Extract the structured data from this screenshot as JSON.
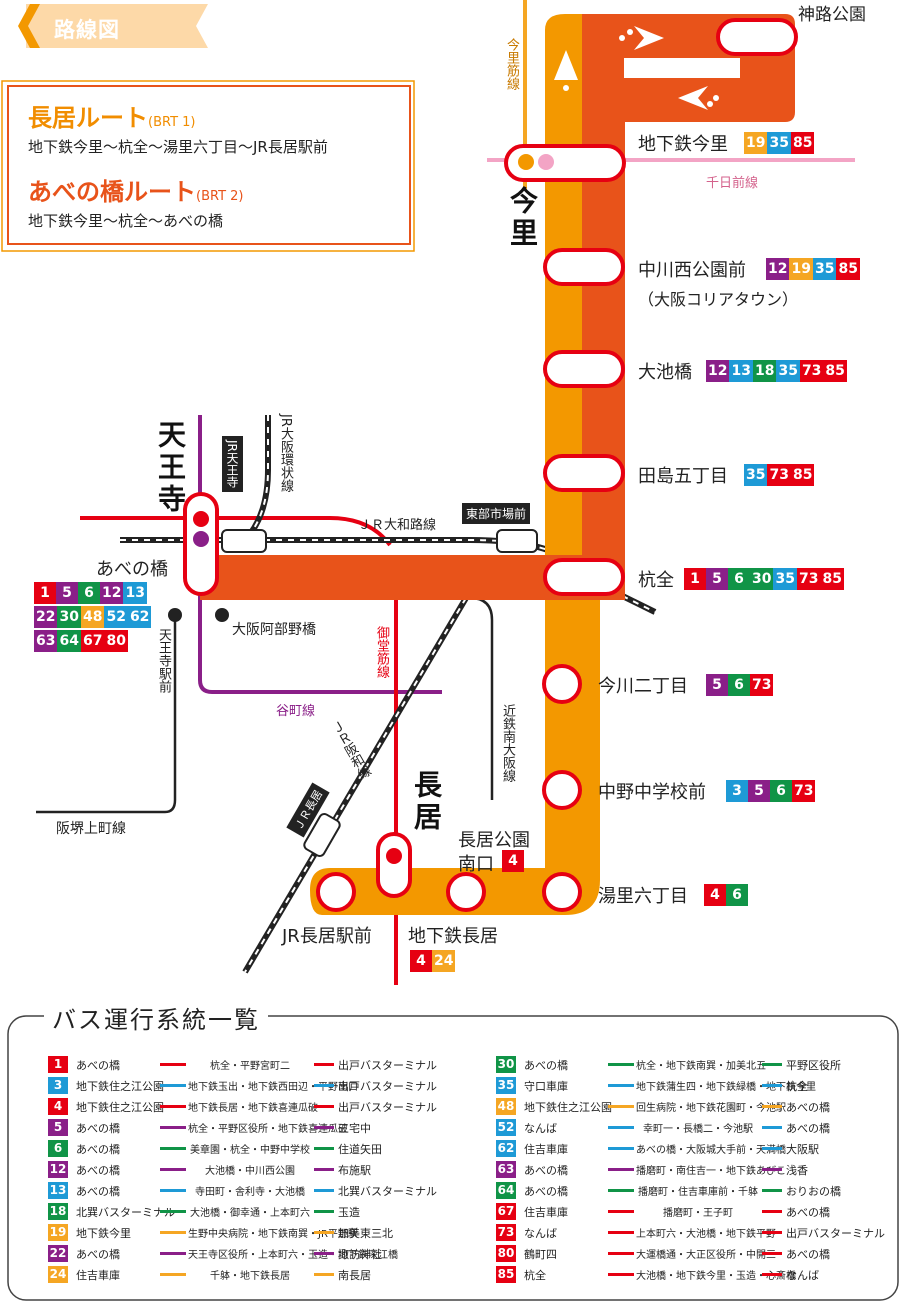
{
  "header": {
    "title": "路線図"
  },
  "colors": {
    "orange": "#f39800",
    "red_orange": "#e8531a",
    "red": "#e60012"
  },
  "routes": [
    {
      "name": "長居ルート",
      "code": "(BRT 1)",
      "desc": "地下鉄今里〜杭全〜湯里六丁目〜JR長居駅前"
    },
    {
      "name": "あべの橋ルート",
      "code": "(BRT 2)",
      "desc": "地下鉄今里〜杭全〜あべの橋"
    }
  ],
  "places": {
    "kamiji": "神路公園",
    "imazato_big": "今里",
    "tennoji_big": "天王寺",
    "nagai_big": "長居",
    "abeno": "あべの橋",
    "osaka_abenobashi": "大阪阿部野橋",
    "nagai_park": "長居公園",
    "nagai_park2": "南口",
    "jr_nagai": "JR長居駅前",
    "sub_nagai": "地下鉄長居",
    "higashi_ichiba": "東部市場前",
    "jr_tennoji": "JR天王寺"
  },
  "rail_labels": {
    "imazatosuji": "今里筋線",
    "sennichimae": "千日前線",
    "jr_kanjo": "JR大阪環状線",
    "jr_yamatoji": "ＪＲ大和路線",
    "midosuji": "御堂筋線",
    "tanimachi": "谷町線",
    "jr_hanwa": "ＪＲ阪和線",
    "kintetsu": "近鉄南大阪線",
    "tennoji_sta": "天王寺駅前",
    "hankai": "阪堺上町線",
    "jr_nagai_box": "ＪＲ長居"
  },
  "stops": [
    {
      "name": "地下鉄今里",
      "lines": [
        [
          "19",
          "#f5a623"
        ],
        [
          "35",
          "#1e9ad6"
        ],
        [
          "85",
          "#e60012"
        ]
      ]
    },
    {
      "name": "中川西公園前",
      "sub": "（大阪コリアタウン）",
      "lines": [
        [
          "12",
          "#8a1f88"
        ],
        [
          "19",
          "#f5a623"
        ],
        [
          "35",
          "#1e9ad6"
        ],
        [
          "85",
          "#e60012"
        ]
      ]
    },
    {
      "name": "大池橋",
      "lines": [
        [
          "12",
          "#8a1f88"
        ],
        [
          "13",
          "#1e9ad6"
        ],
        [
          "18",
          "#109447"
        ],
        [
          "35",
          "#1e9ad6"
        ],
        [
          "73",
          "#e60012"
        ],
        [
          "85",
          "#e60012"
        ]
      ]
    },
    {
      "name": "田島五丁目",
      "lines": [
        [
          "35",
          "#1e9ad6"
        ],
        [
          "73",
          "#e60012"
        ],
        [
          "85",
          "#e60012"
        ]
      ]
    },
    {
      "name": "杭全",
      "lines": [
        [
          "1",
          "#e60012"
        ],
        [
          "5",
          "#8a1f88"
        ],
        [
          "6",
          "#109447"
        ],
        [
          "30",
          "#109447"
        ],
        [
          "35",
          "#1e9ad6"
        ],
        [
          "73",
          "#e60012"
        ],
        [
          "85",
          "#e60012"
        ]
      ]
    },
    {
      "name": "今川二丁目",
      "lines": [
        [
          "5",
          "#8a1f88"
        ],
        [
          "6",
          "#109447"
        ],
        [
          "73",
          "#e60012"
        ]
      ]
    },
    {
      "name": "中野中学校前",
      "lines": [
        [
          "3",
          "#1e9ad6"
        ],
        [
          "5",
          "#8a1f88"
        ],
        [
          "6",
          "#109447"
        ],
        [
          "73",
          "#e60012"
        ]
      ]
    },
    {
      "name": "湯里六丁目",
      "lines": [
        [
          "4",
          "#e60012"
        ],
        [
          "6",
          "#109447"
        ]
      ]
    }
  ],
  "nagai_park_lines": [
    [
      "4",
      "#e60012"
    ]
  ],
  "sub_nagai_lines": [
    [
      "4",
      "#e60012"
    ],
    [
      "24",
      "#f5a623"
    ]
  ],
  "abeno_lines": [
    [
      [
        "1",
        "#e60012"
      ],
      [
        "5",
        "#8a1f88"
      ],
      [
        "6",
        "#109447"
      ],
      [
        "12",
        "#8a1f88"
      ],
      [
        "13",
        "#1e9ad6"
      ]
    ],
    [
      [
        "22",
        "#8a1f88"
      ],
      [
        "30",
        "#109447"
      ],
      [
        "48",
        "#f5a623"
      ],
      [
        "52",
        "#1e9ad6"
      ],
      [
        "62",
        "#1e9ad6"
      ]
    ],
    [
      [
        "63",
        "#8a1f88"
      ],
      [
        "64",
        "#109447"
      ],
      [
        "67",
        "#e60012"
      ],
      [
        "80",
        "#e60012"
      ]
    ]
  ],
  "legend": {
    "title": "バス運行系統一覧",
    "left": [
      {
        "no": "1",
        "color": "#e60012",
        "from": "あべの橋",
        "via": "杭全・平野宮町二",
        "to": "出戸バスターミナル"
      },
      {
        "no": "3",
        "color": "#1e9ad6",
        "from": "地下鉄住之江公園",
        "via": "地下鉄玉出・地下鉄西田辺・平野南口",
        "to": "出戸バスターミナル"
      },
      {
        "no": "4",
        "color": "#e60012",
        "from": "地下鉄住之江公園",
        "via": "地下鉄長居・地下鉄喜連瓜破",
        "to": "出戸バスターミナル"
      },
      {
        "no": "5",
        "color": "#8a1f88",
        "from": "あべの橋",
        "via": "杭全・平野区役所・地下鉄喜連瓜破",
        "to": "三宅中"
      },
      {
        "no": "6",
        "color": "#109447",
        "from": "あべの橋",
        "via": "美章園・杭全・中野中学校",
        "to": "住道矢田"
      },
      {
        "no": "12",
        "color": "#8a1f88",
        "from": "あべの橋",
        "via": "大池橋・中川西公園",
        "to": "布施駅"
      },
      {
        "no": "13",
        "color": "#1e9ad6",
        "from": "あべの橋",
        "via": "寺田町・舎利寺・大池橋",
        "to": "北巽バスターミナル"
      },
      {
        "no": "18",
        "color": "#109447",
        "from": "北巽バスターミナル",
        "via": "大池橋・御幸通・上本町六",
        "to": "玉造"
      },
      {
        "no": "19",
        "color": "#f5a623",
        "from": "地下鉄今里",
        "via": "生野中央病院・地下鉄南巽・JR平野駅",
        "to": "加美東三北"
      },
      {
        "no": "22",
        "color": "#8a1f88",
        "from": "あべの橋",
        "via": "天王寺区役所・上本町六・玉造・地下鉄深江橋",
        "to": "諏訪神社"
      },
      {
        "no": "24",
        "color": "#f5a623",
        "from": "住吉車庫",
        "via": "千躰・地下鉄長居",
        "to": "南長居"
      }
    ],
    "right": [
      {
        "no": "30",
        "color": "#109447",
        "from": "あべの橋",
        "via": "杭全・地下鉄南巽・加美北五",
        "to": "平野区役所"
      },
      {
        "no": "35",
        "color": "#1e9ad6",
        "from": "守口車庫",
        "via": "地下鉄蒲生四・地下鉄緑橋・地下鉄今里",
        "to": "杭全"
      },
      {
        "no": "48",
        "color": "#f5a623",
        "from": "地下鉄住之江公園",
        "via": "回生病院・地下鉄花園町・今池駅",
        "to": "あべの橋"
      },
      {
        "no": "52",
        "color": "#1e9ad6",
        "from": "なんば",
        "via": "幸町一・長橋二・今池駅",
        "to": "あべの橋"
      },
      {
        "no": "62",
        "color": "#1e9ad6",
        "from": "住吉車庫",
        "via": "あべの橋・大阪城大手前・天満橋",
        "to": "大阪駅"
      },
      {
        "no": "63",
        "color": "#8a1f88",
        "from": "あべの橋",
        "via": "播磨町・南住吉一・地下鉄あびこ",
        "to": "浅香"
      },
      {
        "no": "64",
        "color": "#109447",
        "from": "あべの橋",
        "via": "播磨町・住吉車庫前・千躰",
        "to": "おりおの橋"
      },
      {
        "no": "67",
        "color": "#e60012",
        "from": "住吉車庫",
        "via": "播磨町・王子町",
        "to": "あべの橋"
      },
      {
        "no": "73",
        "color": "#e60012",
        "from": "なんば",
        "via": "上本町六・大池橋・地下鉄平野",
        "to": "出戸バスターミナル"
      },
      {
        "no": "80",
        "color": "#e60012",
        "from": "鶴町四",
        "via": "大運橋通・大正区役所・中開三",
        "to": "あべの橋"
      },
      {
        "no": "85",
        "color": "#e60012",
        "from": "杭全",
        "via": "大池橋・地下鉄今里・玉造・心斎橋",
        "to": "なんば"
      }
    ]
  }
}
